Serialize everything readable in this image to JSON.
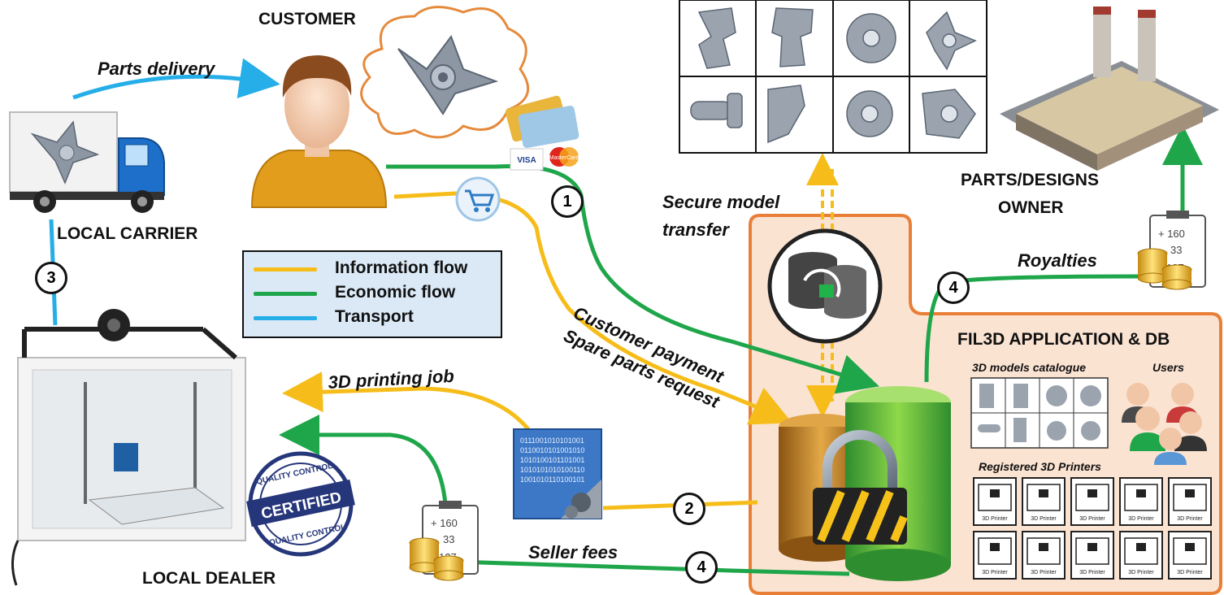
{
  "labels": {
    "customer": "CUSTOMER",
    "local_carrier": "LOCAL CARRIER",
    "local_dealer": "LOCAL DEALER",
    "owner_line1": "PARTS/DESIGNS",
    "owner_line2": "OWNER",
    "app_title": "FIL3D APPLICATION & DB",
    "catalogue": "3D models catalogue",
    "users": "Users",
    "printers": "Registered 3D Printers"
  },
  "flows": {
    "parts_delivery": "Parts delivery",
    "secure_line1": "Secure model",
    "secure_line2": "transfer",
    "customer_payment": "Customer payment",
    "spare_parts_request": "Spare parts request",
    "printing_job": "3D printing job",
    "seller_fees": "Seller fees",
    "royalties": "Royalties"
  },
  "steps": {
    "s1": "1",
    "s2": "2",
    "s3": "3",
    "s4a": "4",
    "s4b": "4"
  },
  "legend": {
    "items": [
      {
        "label": "Information flow",
        "color": "#f6bd1a"
      },
      {
        "label": "Economic flow",
        "color": "#1fa64a"
      },
      {
        "label": "Transport",
        "color": "#25aee8"
      }
    ]
  },
  "images": {
    "card_visa": "VISA",
    "card_mastercard": "MasterCard",
    "badge_top": "QUALITY CONTROL",
    "badge_mid": "CERTIFIED",
    "badge_bot": "QUALITY CONTROL",
    "clipboard_a": "+ 160",
    "clipboard_b": "33",
    "clipboard_c": "127",
    "printer_caption": "3D Printer"
  },
  "colors": {
    "information": "#f6bd1a",
    "economic": "#1fa64a",
    "transport": "#25aee8",
    "app_border": "#e97f37",
    "app_fill": "#fbe3d2"
  }
}
